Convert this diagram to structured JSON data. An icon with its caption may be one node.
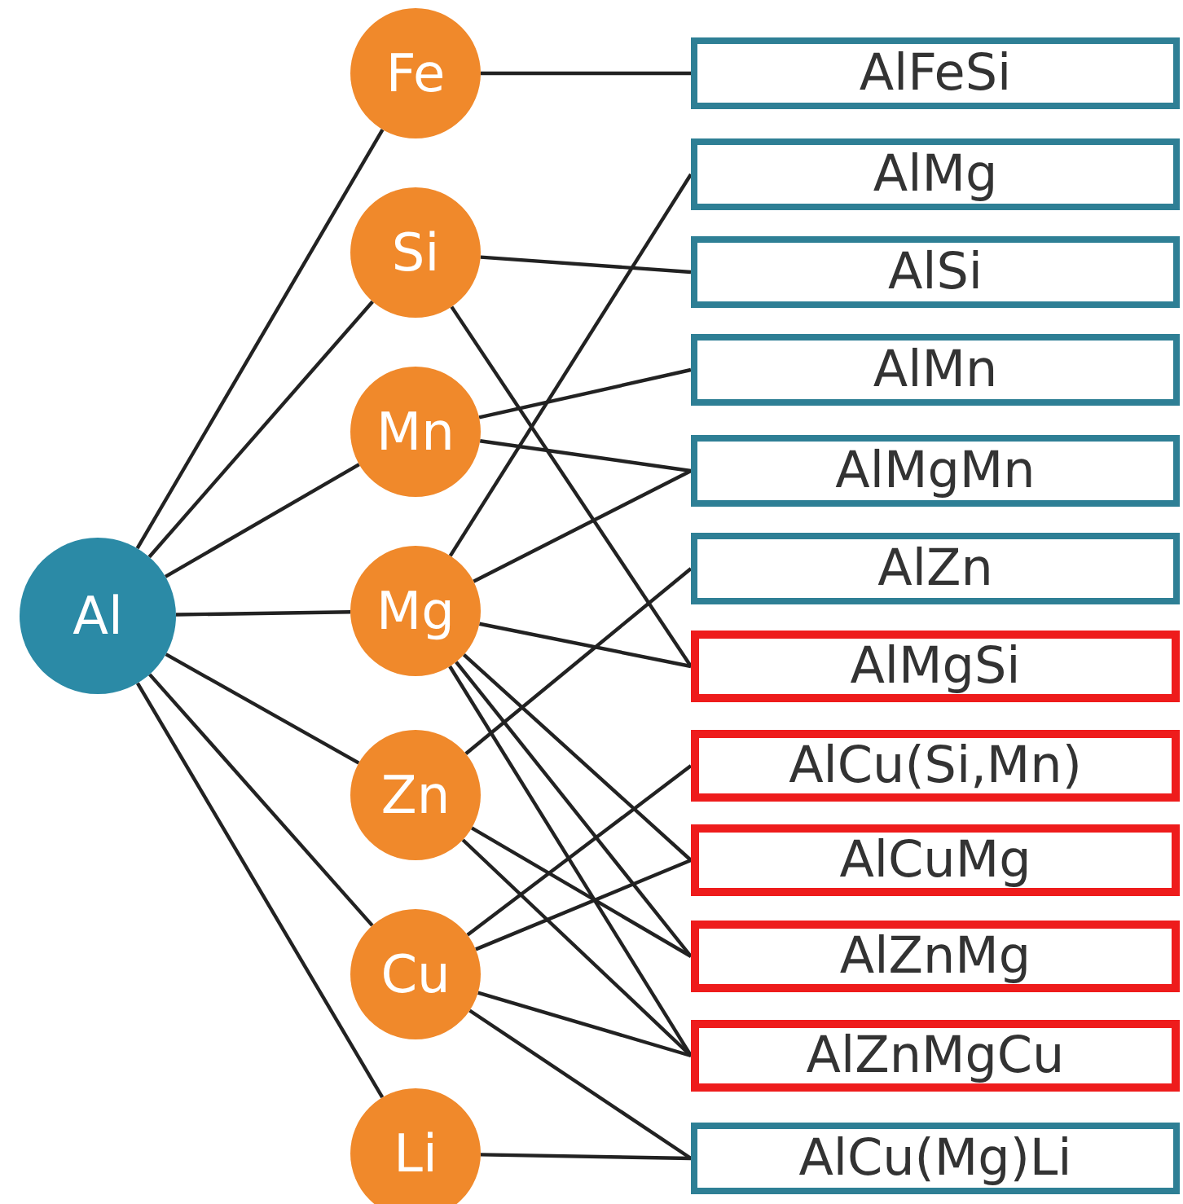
{
  "diagram": {
    "nodes": [
      {
        "text": [
          "Al"
        ]
      },
      {
        "text": [
          "Fe"
        ]
      },
      {
        "text": [
          "Si"
        ]
      },
      {
        "text": [
          "Mn"
        ]
      },
      {
        "text": [
          "Mg"
        ]
      },
      {
        "text": [
          "Zn"
        ]
      },
      {
        "text": [
          "Cu"
        ]
      },
      {
        "text": [
          "Li"
        ]
      },
      {
        "text": [
          "AlFeSi"
        ]
      },
      {
        "text": [
          "AlMg"
        ]
      },
      {
        "text": [
          "AlSi"
        ]
      },
      {
        "text": [
          "AlMn"
        ]
      },
      {
        "text": [
          "AlMgMn"
        ]
      },
      {
        "text": [
          "AlZn"
        ]
      },
      {
        "text": [
          "AlMgSi"
        ]
      },
      {
        "text": [
          "AlCu(Si,Mn)"
        ]
      },
      {
        "text": [
          "AlCuMg"
        ]
      },
      {
        "text": [
          "AlZnMg"
        ]
      },
      {
        "text": [
          "AlZnMgCu"
        ]
      },
      {
        "text": [
          "AlCu(Mg)Li"
        ]
      }
    ],
    "edges": [
      {
        "from": 0,
        "to": 1,
        "arrow": "none"
      },
      {
        "from": 0,
        "to": 2,
        "arrow": "none"
      },
      {
        "from": 0,
        "to": 3,
        "arrow": "none"
      },
      {
        "from": 0,
        "to": 4,
        "arrow": "none"
      },
      {
        "from": 0,
        "to": 5,
        "arrow": "none"
      },
      {
        "from": 0,
        "to": 6,
        "arrow": "none"
      },
      {
        "from": 0,
        "to": 7,
        "arrow": "none"
      },
      {
        "from": 1,
        "to": 8,
        "arrow": "none"
      },
      {
        "from": 2,
        "to": 10,
        "arrow": "none"
      },
      {
        "from": 2,
        "to": 14,
        "arrow": "none"
      },
      {
        "from": 3,
        "to": 11,
        "arrow": "none"
      },
      {
        "from": 3,
        "to": 12,
        "arrow": "none"
      },
      {
        "from": 4,
        "to": 9,
        "arrow": "none"
      },
      {
        "from": 4,
        "to": 12,
        "arrow": "none"
      },
      {
        "from": 4,
        "to": 14,
        "arrow": "none"
      },
      {
        "from": 4,
        "to": 16,
        "arrow": "none"
      },
      {
        "from": 4,
        "to": 17,
        "arrow": "none"
      },
      {
        "from": 4,
        "to": 18,
        "arrow": "none"
      },
      {
        "from": 5,
        "to": 13,
        "arrow": "none"
      },
      {
        "from": 5,
        "to": 17,
        "arrow": "none"
      },
      {
        "from": 5,
        "to": 18,
        "arrow": "none"
      },
      {
        "from": 6,
        "to": 15,
        "arrow": "none"
      },
      {
        "from": 6,
        "to": 16,
        "arrow": "none"
      },
      {
        "from": 6,
        "to": 18,
        "arrow": "none"
      },
      {
        "from": 6,
        "to": 19,
        "arrow": "none"
      },
      {
        "from": 7,
        "to": 19,
        "arrow": "none"
      }
    ]
  }
}
